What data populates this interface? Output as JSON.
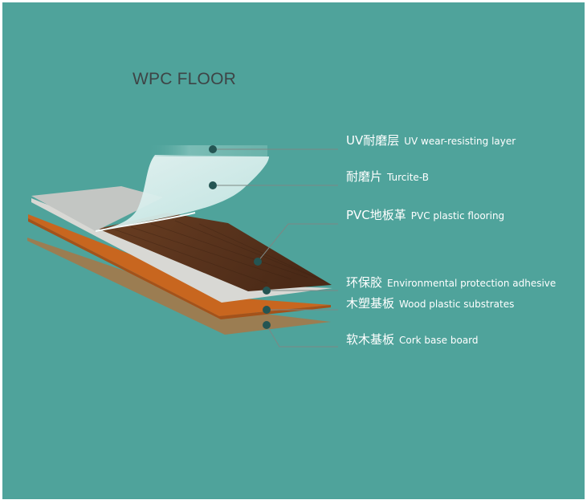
{
  "title": "WPC FLOOR",
  "colors": {
    "background": "#4fa39b",
    "leader_line": "#7d8784",
    "dot": "#245553",
    "label_text": "#ffffff"
  },
  "layers": [
    {
      "cn": "UV耐磨层",
      "en": "UV wear-resisting layer"
    },
    {
      "cn": "耐磨片",
      "en": "Turcite-B"
    },
    {
      "cn": "PVC地板革",
      "en": "PVC plastic flooring"
    },
    {
      "cn": "环保胶",
      "en": "Environmental protection adhesive"
    },
    {
      "cn": "木塑基板",
      "en": "Wood plastic substrates"
    },
    {
      "cn": "软木基板",
      "en": "Cork base board"
    }
  ]
}
